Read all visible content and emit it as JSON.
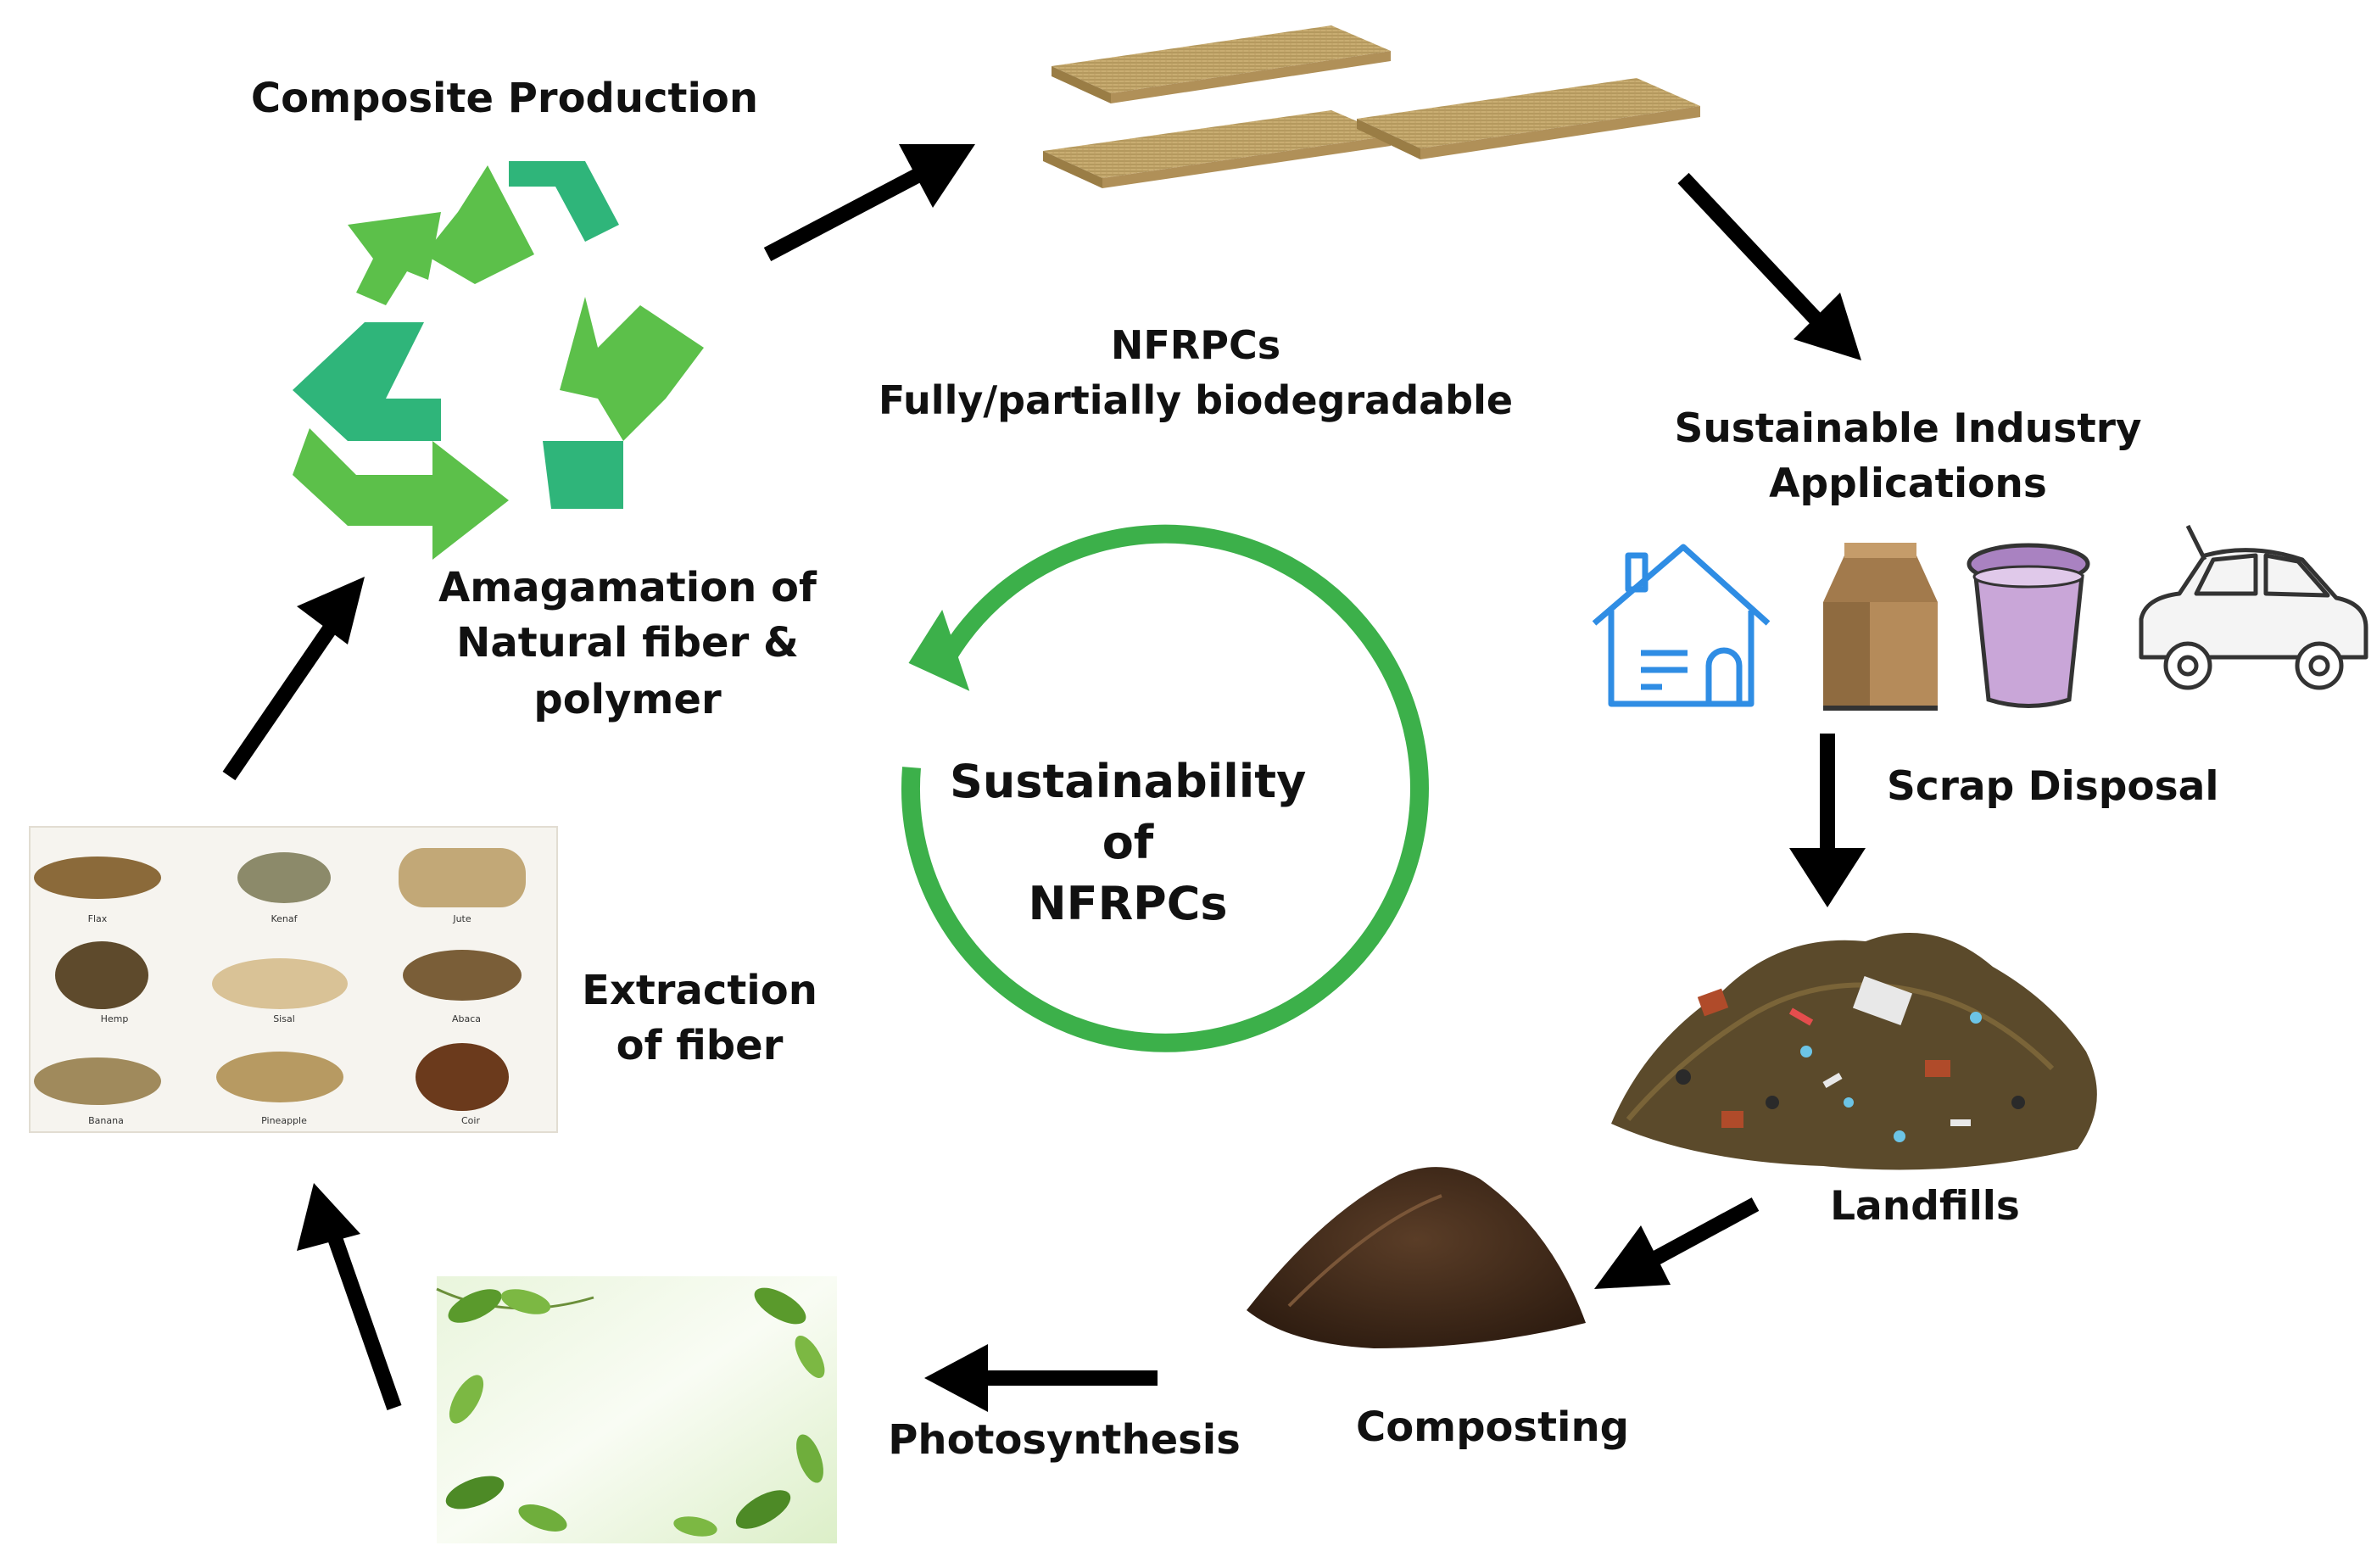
{
  "labels": {
    "composite_production": "Composite Production",
    "nfrpcs": "NFRPCs",
    "biodegradable": "Fully/partially biodegradable",
    "sustainable_industry_line1": "Sustainable Industry",
    "sustainable_industry_line2": "Applications",
    "amalgamation_line1": "Amagamation of",
    "amalgamation_line2": "Natural fiber &",
    "amalgamation_line3": "polymer",
    "center_line1": "Sustainability",
    "center_line2": "of",
    "center_line3": "NFRPCs",
    "scrap_disposal": "Scrap Disposal",
    "extraction_line1": "Extraction",
    "extraction_line2": "of fiber",
    "landfills": "Landfills",
    "composting": "Composting",
    "photosynthesis": "Photosynthesis"
  },
  "fibers": [
    "Flax",
    "Kenaf",
    "Jute",
    "Hemp",
    "Sisal",
    "Abaca",
    "Banana",
    "Pineapple",
    "Coir"
  ],
  "application_icons": [
    "house-icon",
    "paper-bag-icon",
    "container-icon",
    "car-icon"
  ],
  "colors": {
    "recycle_green_light": "#5cc04a",
    "recycle_green_teal": "#2fb57a",
    "cycle_ring": "#3cb04a",
    "arrow": "#000000",
    "house_blue": "#2f8de4",
    "bag_brown": "#b58b5a",
    "cup_purple": "#c9a6d8"
  }
}
